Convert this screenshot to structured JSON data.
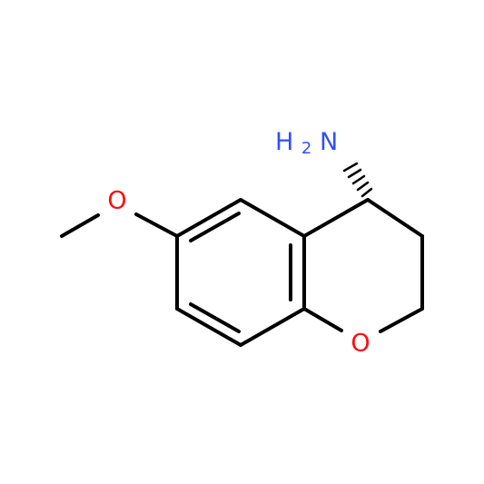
{
  "molecule": {
    "atoms": [
      {
        "id": "N",
        "label_main": "H",
        "label_sub": "2",
        "label_tail": "N",
        "color": "#3050F8"
      },
      {
        "id": "O_methoxy",
        "label": "O",
        "color": "#FF0D0D"
      },
      {
        "id": "O_ring",
        "label": "O",
        "color": "#FF0D0D"
      }
    ],
    "stereo_bond": "hashed-wedge",
    "bond_color": "#000000"
  }
}
